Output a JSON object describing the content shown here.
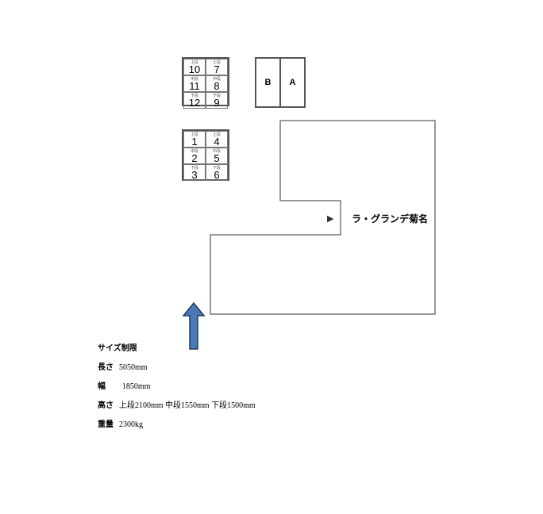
{
  "parking_upper": {
    "cells": [
      {
        "tier": "上段",
        "number": "10"
      },
      {
        "tier": "上段",
        "number": "7"
      },
      {
        "tier": "中段",
        "number": "11"
      },
      {
        "tier": "中段",
        "number": "8"
      },
      {
        "tier": "下段",
        "number": "12"
      },
      {
        "tier": "下段",
        "number": "9"
      }
    ]
  },
  "parking_lower": {
    "cells": [
      {
        "tier": "上段",
        "number": "1"
      },
      {
        "tier": "上段",
        "number": "4"
      },
      {
        "tier": "中段",
        "number": "2"
      },
      {
        "tier": "中段",
        "number": "5"
      },
      {
        "tier": "下段",
        "number": "3"
      },
      {
        "tier": "下段",
        "number": "6"
      }
    ]
  },
  "slots_ab": {
    "left": "B",
    "right": "A"
  },
  "building": {
    "name": "ラ・グランデ菊名",
    "marker": "▶"
  },
  "entrance_arrow": {
    "color": "#4a7ab5",
    "outline": "#1f3a5f",
    "icon": "up-arrow-icon"
  },
  "specs": {
    "title": "サイズ制限",
    "length_label": "長さ",
    "length_value": "5050mm",
    "width_label": "幅",
    "width_value": "1850mm",
    "height_label": "高さ",
    "height_value": "上段2100mm 中段1550mm 下段1500mm",
    "weight_label": "重量",
    "weight_value": "2300kg"
  }
}
